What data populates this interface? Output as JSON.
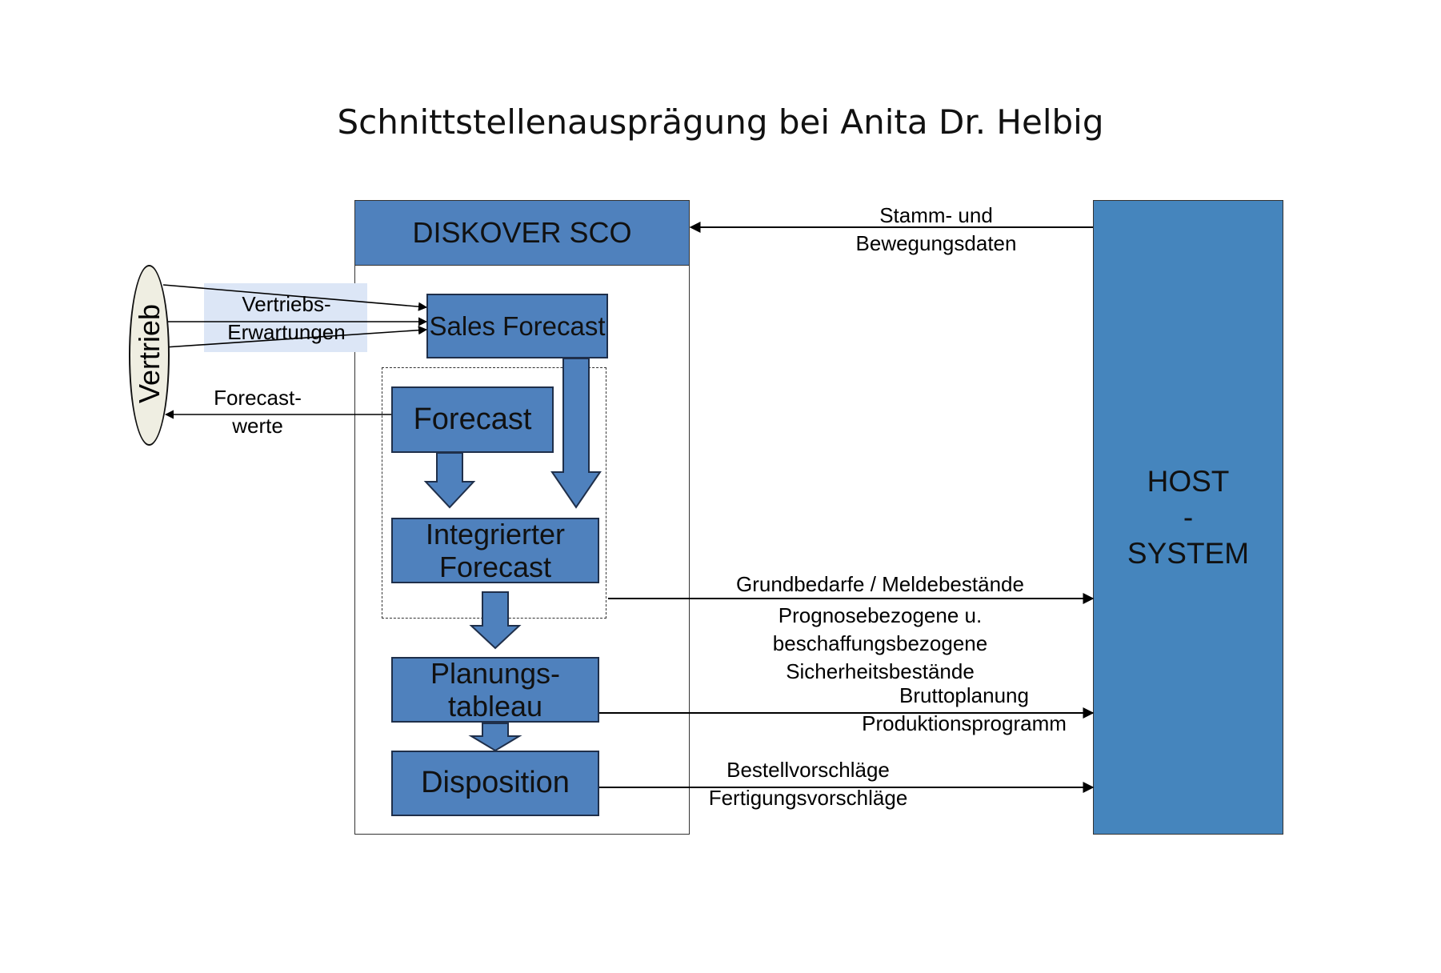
{
  "title": "Schnittstellenausprägung bei Anita Dr. Helbig",
  "diskover": {
    "header": "DISKOVER SCO"
  },
  "boxes": {
    "sales_forecast": "Sales Forecast",
    "forecast": "Forecast",
    "integrierter_line1": "Integrierter",
    "integrierter_line2": "Forecast",
    "planung_line1": "Planungs-",
    "planung_line2": "tableau",
    "disposition": "Disposition"
  },
  "host": {
    "line1": "HOST",
    "line2": "-",
    "line3": "SYSTEM"
  },
  "vertrieb": {
    "label": "Vertrieb"
  },
  "labels": {
    "vertriebs_line1": "Vertriebs-",
    "vertriebs_line2": "Erwartungen",
    "forecastwerte_line1": "Forecast-",
    "forecastwerte_line2": "werte",
    "stamm_line1": "Stamm- und",
    "stamm_line2": "Bewegungsdaten",
    "grund_line1": "Grundbedarfe / Meldebestände",
    "grund_line2": "Prognosebezogene u.",
    "grund_line3": "beschaffungsbezogene",
    "grund_line4": "Sicherheitsbestände",
    "brutto_line1": "Bruttoplanung",
    "brutto_line2": "Produktionsprogramm",
    "bestell_line1": "Bestellvorschläge",
    "bestell_line2": "Fertigungsvorschläge"
  },
  "colors": {
    "box_blue": "#4f81bd",
    "host_blue": "#4585bd",
    "ellipse_fill": "#efeee2",
    "highlight": "#dce6f6"
  }
}
